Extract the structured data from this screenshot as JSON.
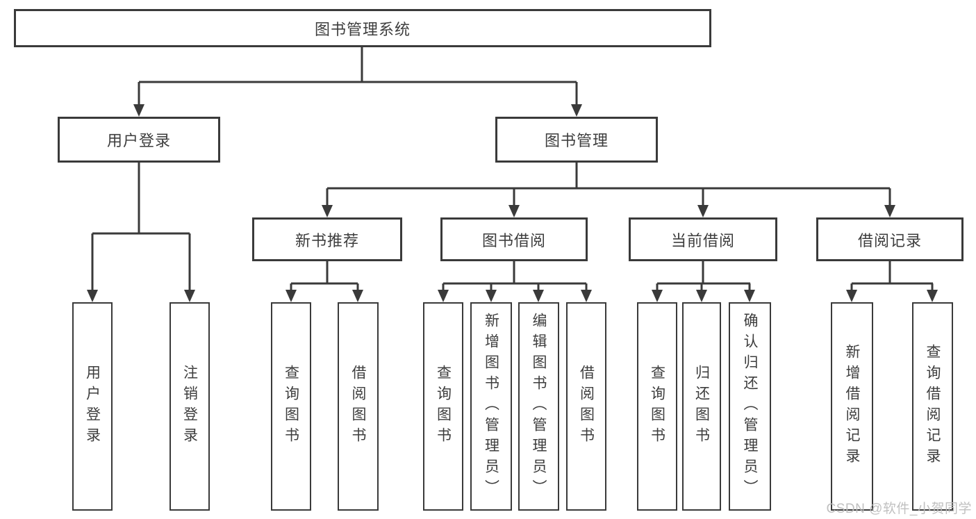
{
  "diagram": {
    "nodes": {
      "root": "图书管理系统",
      "user_login": "用户登录",
      "book_management": "图书管理",
      "new_book_recommendation": "新书推荐",
      "book_borrowing": "图书借阅",
      "current_borrowing": "当前借阅",
      "borrowing_records": "借阅记录"
    },
    "leaves": {
      "user_login": [
        "用户登录",
        "注销登录"
      ],
      "new_book_recommendation": [
        "查询图书",
        "借阅图书"
      ],
      "book_borrowing": [
        "查询图书",
        "新增图书（管理员）",
        "编辑图书（管理员）",
        "借阅图书"
      ],
      "current_borrowing": [
        "查询图书",
        "归还图书",
        "确认归还（管理员）"
      ],
      "borrowing_records": [
        "新增借阅记录",
        "查询借阅记录"
      ]
    },
    "watermark": "CSDN @软件_小贺同学",
    "colors": {
      "line": "#3a3a3a",
      "text": "#3d3d3d",
      "watermark": "#bdbdbd",
      "background": "#ffffff"
    }
  }
}
